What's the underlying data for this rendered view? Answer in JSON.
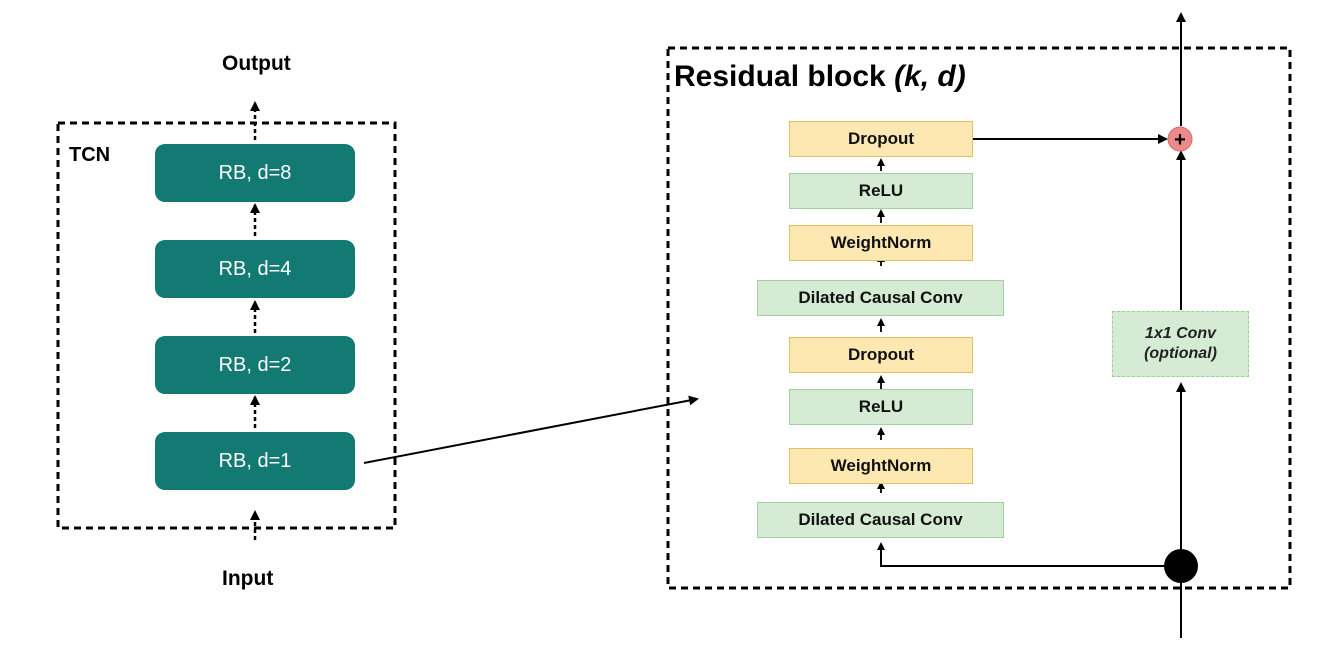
{
  "tcn": {
    "title": "TCN",
    "output_label": "Output",
    "input_label": "Input",
    "blocks": [
      "RB, d=8",
      "RB, d=4",
      "RB, d=2",
      "RB, d=1"
    ]
  },
  "residual_block": {
    "title": "Residual block",
    "params": "(k, d)",
    "layers": [
      {
        "label": "Dropout",
        "color": "yellow"
      },
      {
        "label": "ReLU",
        "color": "green"
      },
      {
        "label": "WeightNorm",
        "color": "yellow"
      },
      {
        "label": "Dilated Causal Conv",
        "color": "green"
      },
      {
        "label": "Dropout",
        "color": "yellow"
      },
      {
        "label": "ReLU",
        "color": "green"
      },
      {
        "label": "WeightNorm",
        "color": "yellow"
      },
      {
        "label": "Dilated Causal Conv",
        "color": "green"
      }
    ],
    "shortcut": {
      "line1": "1x1 Conv",
      "line2": "(optional)"
    },
    "add_symbol": "+"
  },
  "colors": {
    "rb_fill": "#127a73",
    "yellow_fill": "#fde8b2",
    "yellow_border": "#e2c06a",
    "green_fill": "#d6ebd3",
    "green_border": "#a7cda2",
    "add_node": "#ec8a8a"
  }
}
